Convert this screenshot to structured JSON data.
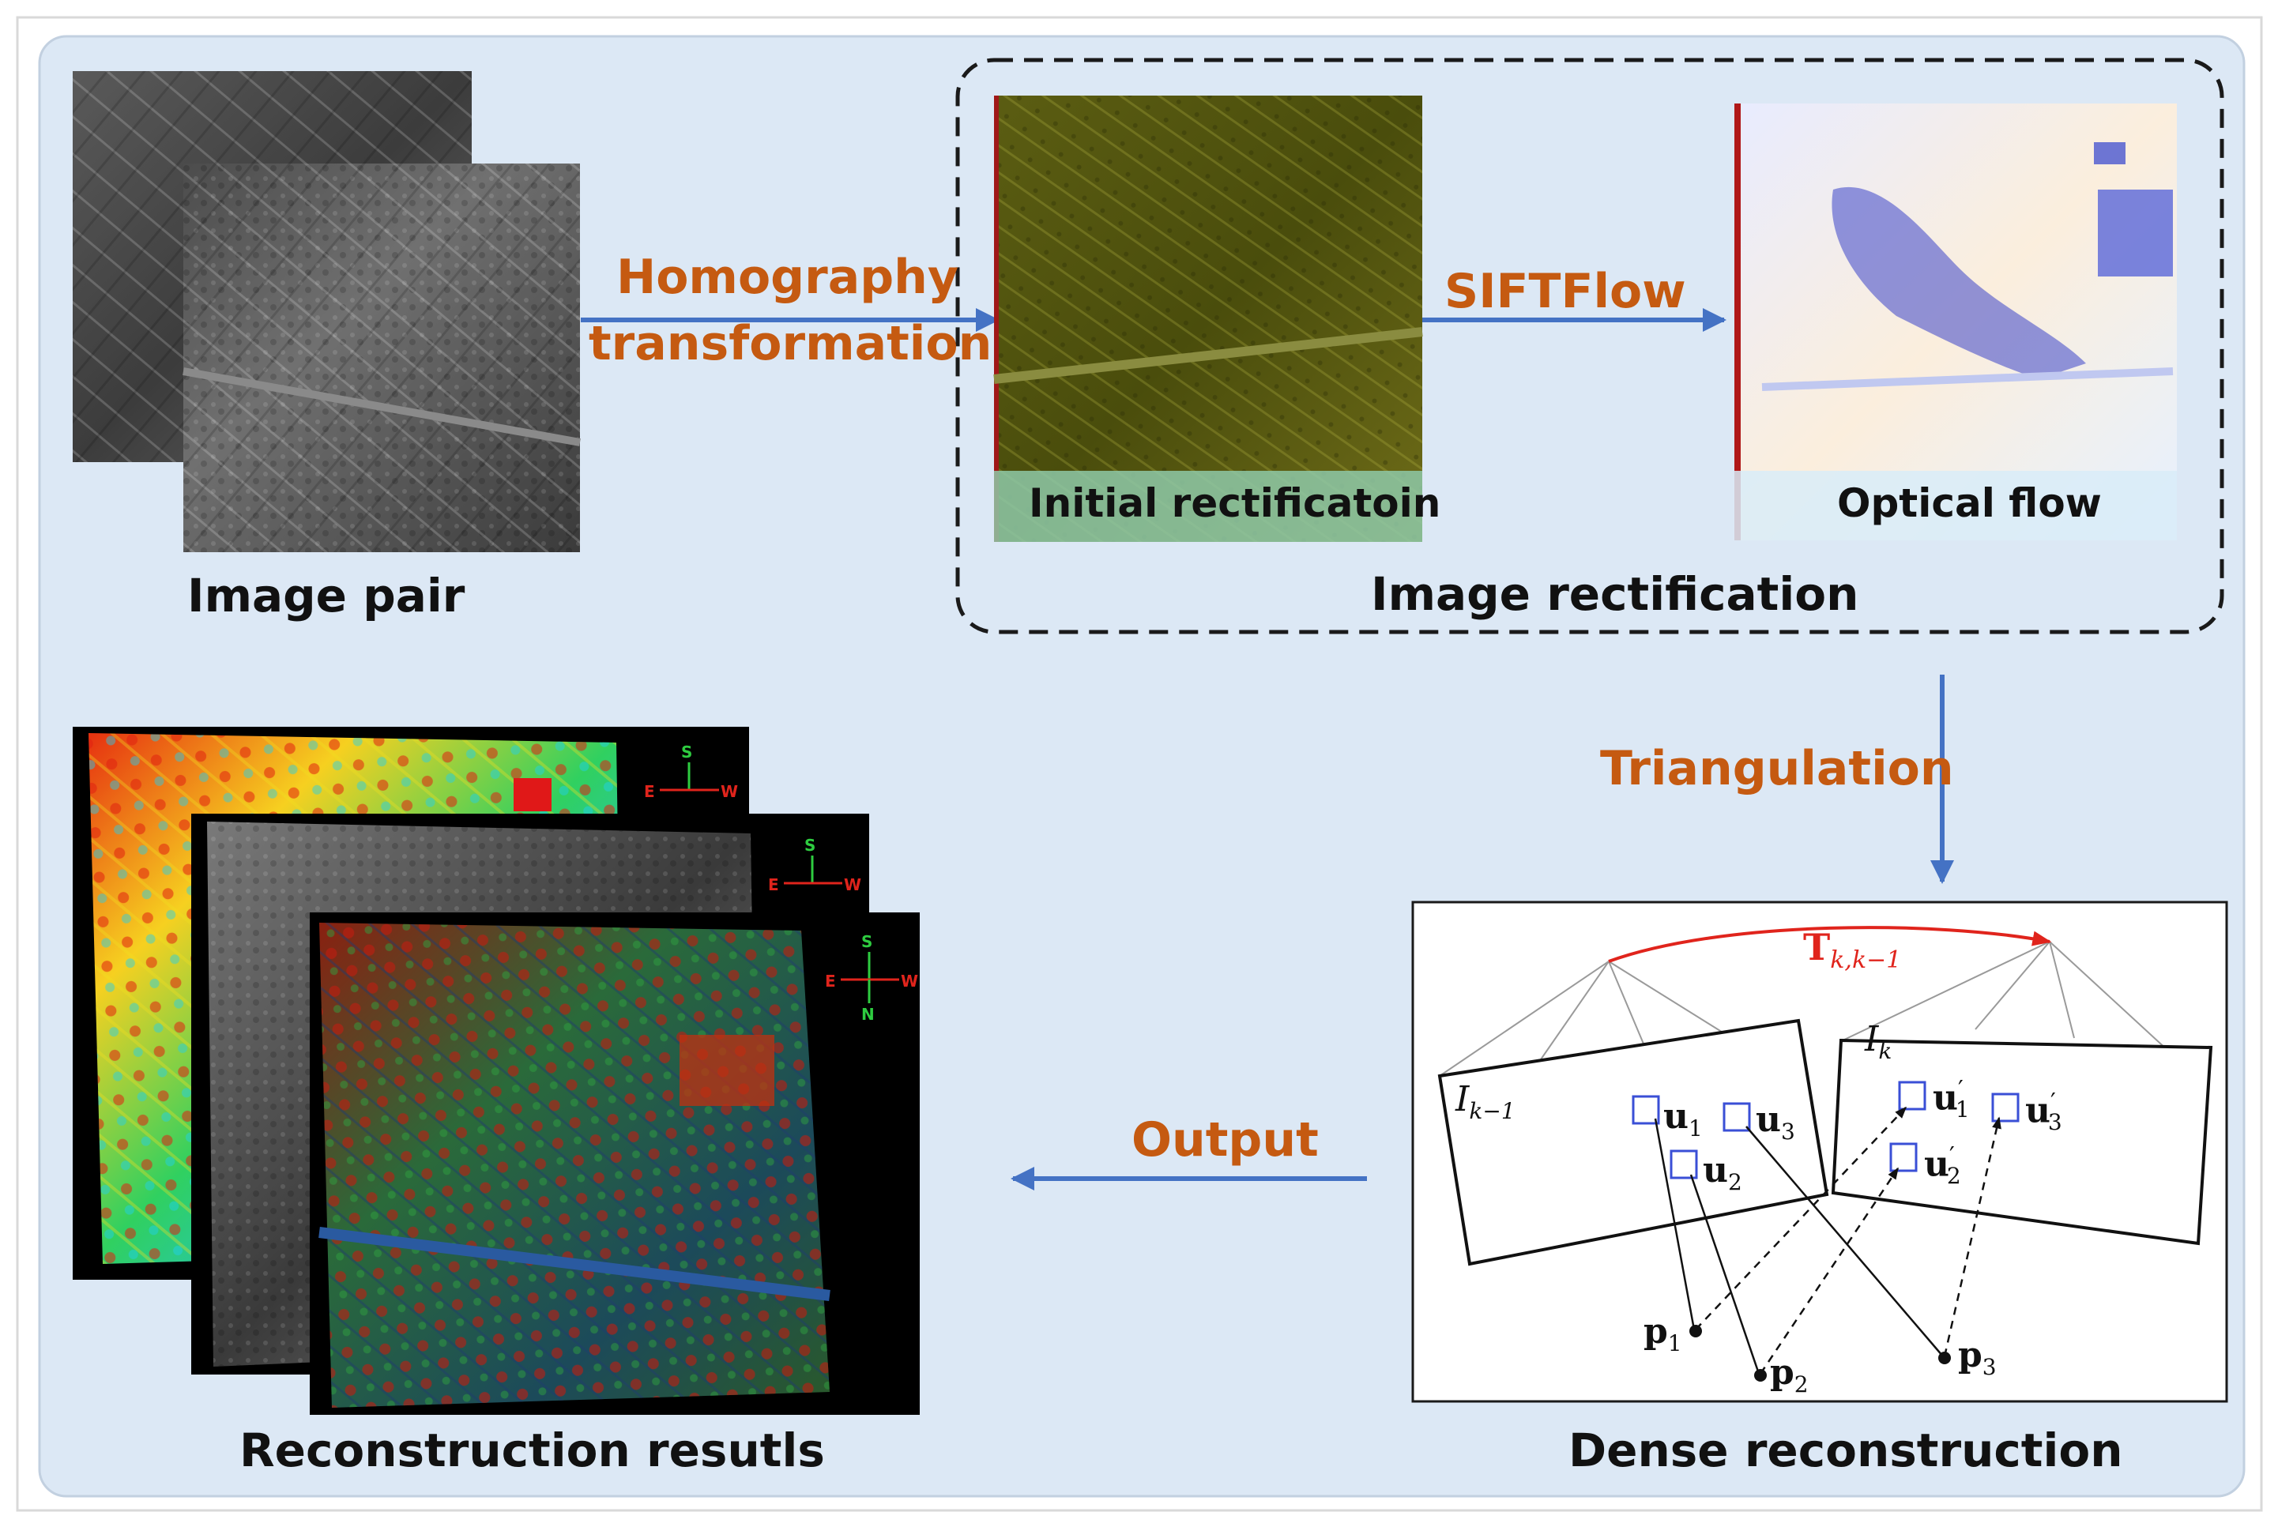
{
  "labels": {
    "image_pair": "Image pair",
    "homography": "Homography",
    "transformation": "transformation",
    "initial_rectification": "Initial rectificatoin",
    "siftflow": "SIFTFlow",
    "optical_flow": "Optical flow",
    "image_rectification": "Image rectification",
    "triangulation": "Triangulation",
    "dense_reconstruction": "Dense reconstruction",
    "output": "Output",
    "reconstruction_results": "Reconstruction resutls"
  },
  "math": {
    "transform": "T",
    "transform_sub": "k,k−1",
    "frame_prev": "I",
    "frame_prev_sub": "k−1",
    "frame_cur": "I",
    "frame_cur_sub": "k",
    "u": "u",
    "p": "p",
    "sub1": "1",
    "sub2": "2",
    "sub3": "3",
    "prime": "′"
  },
  "compass": {
    "s": "S",
    "e": "E",
    "w": "W",
    "n": "N"
  },
  "colors": {
    "panel_bg": "#dce8f5",
    "arrow": "#4472c4",
    "step_text": "#c55a11",
    "transform_arrow": "#e0241c"
  }
}
